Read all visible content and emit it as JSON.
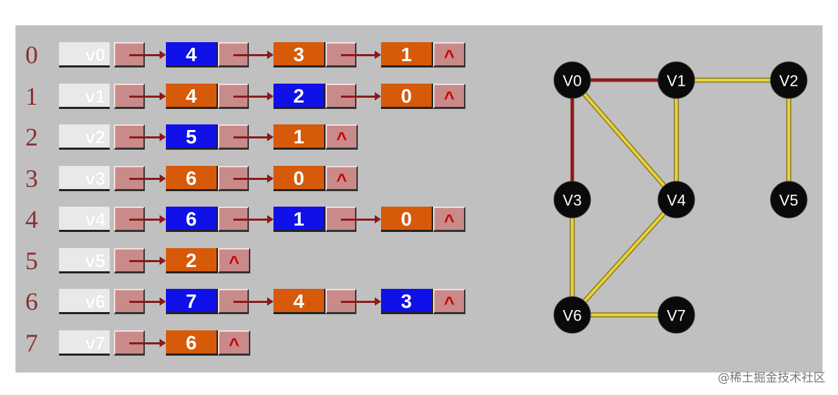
{
  "adjacency_list": {
    "rows": [
      {
        "index": "0",
        "vertex": "v0",
        "nodes": [
          {
            "value": "4",
            "color": "#1010e8"
          },
          {
            "value": "3",
            "color": "#d65a0a"
          },
          {
            "value": "1",
            "color": "#d65a0a"
          }
        ],
        "null_symbol": "^"
      },
      {
        "index": "1",
        "vertex": "v1",
        "nodes": [
          {
            "value": "4",
            "color": "#d65a0a"
          },
          {
            "value": "2",
            "color": "#1010e8"
          },
          {
            "value": "0",
            "color": "#d65a0a"
          }
        ],
        "null_symbol": "^"
      },
      {
        "index": "2",
        "vertex": "v2",
        "nodes": [
          {
            "value": "5",
            "color": "#1010e8"
          },
          {
            "value": "1",
            "color": "#d65a0a"
          }
        ],
        "null_symbol": "^"
      },
      {
        "index": "3",
        "vertex": "v3",
        "nodes": [
          {
            "value": "6",
            "color": "#d65a0a"
          },
          {
            "value": "0",
            "color": "#d65a0a"
          }
        ],
        "null_symbol": "^"
      },
      {
        "index": "4",
        "vertex": "v4",
        "nodes": [
          {
            "value": "6",
            "color": "#1010e8"
          },
          {
            "value": "1",
            "color": "#1010e8"
          },
          {
            "value": "0",
            "color": "#d65a0a"
          }
        ],
        "null_symbol": "^"
      },
      {
        "index": "5",
        "vertex": "v5",
        "nodes": [
          {
            "value": "2",
            "color": "#d65a0a"
          }
        ],
        "null_symbol": "^"
      },
      {
        "index": "6",
        "vertex": "v6",
        "nodes": [
          {
            "value": "7",
            "color": "#1010e8"
          },
          {
            "value": "4",
            "color": "#d65a0a"
          },
          {
            "value": "3",
            "color": "#1010e8"
          }
        ],
        "null_symbol": "^"
      },
      {
        "index": "7",
        "vertex": "v7",
        "nodes": [
          {
            "value": "6",
            "color": "#d65a0a"
          }
        ],
        "null_symbol": "^"
      }
    ]
  },
  "graph": {
    "vertices": [
      {
        "id": "v0",
        "label": "V0"
      },
      {
        "id": "v1",
        "label": "V1"
      },
      {
        "id": "v2",
        "label": "V2"
      },
      {
        "id": "v3",
        "label": "V3"
      },
      {
        "id": "v4",
        "label": "V4"
      },
      {
        "id": "v5",
        "label": "V5"
      },
      {
        "id": "v6",
        "label": "V6"
      },
      {
        "id": "v7",
        "label": "V7"
      }
    ],
    "edges": [
      {
        "from": "v0",
        "to": "v1",
        "color": "#8b1a1a"
      },
      {
        "from": "v0",
        "to": "v3",
        "color": "#8b1a1a"
      },
      {
        "from": "v0",
        "to": "v4",
        "color": "#e8d23a"
      },
      {
        "from": "v1",
        "to": "v2",
        "color": "#e8d23a"
      },
      {
        "from": "v1",
        "to": "v4",
        "color": "#e8d23a"
      },
      {
        "from": "v2",
        "to": "v5",
        "color": "#e8d23a"
      },
      {
        "from": "v3",
        "to": "v6",
        "color": "#e8d23a"
      },
      {
        "from": "v4",
        "to": "v6",
        "color": "#e8d23a"
      },
      {
        "from": "v6",
        "to": "v7",
        "color": "#e8d23a"
      }
    ]
  },
  "watermark": "@稀土掘金技术社区"
}
